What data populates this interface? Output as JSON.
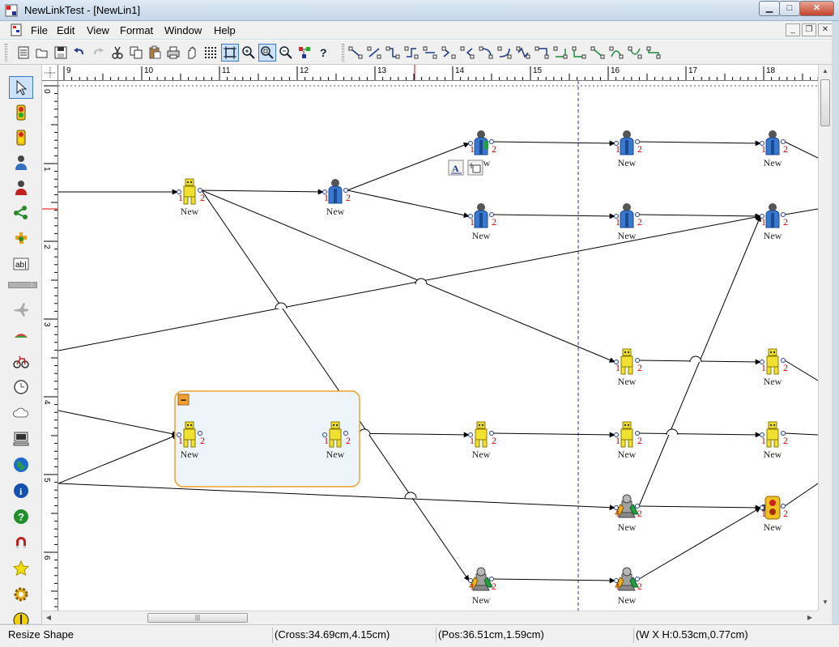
{
  "window": {
    "title": "NewLinkTest - [NewLin1]",
    "min_glyph": "▁",
    "max_glyph": "□",
    "close_glyph": "✕"
  },
  "menu": {
    "items": [
      "File",
      "Edit",
      "View",
      "Format",
      "Window",
      "Help"
    ],
    "mdi_min": "_",
    "mdi_restore": "❐",
    "mdi_close": "✕"
  },
  "toolbar": {
    "buttons": [
      "new-icon",
      "open-icon",
      "save-icon",
      "undo-icon",
      "redo-icon",
      "cut-icon",
      "copy-icon",
      "paste-icon",
      "print-icon",
      "pan-icon",
      "grid-icon",
      "select-frame-icon",
      "zoom-in-icon",
      "zoom-fit-icon",
      "zoom-out-icon",
      "layout-icon",
      "help-icon"
    ],
    "link_tools": [
      "link-tool-1",
      "link-tool-2",
      "link-tool-3",
      "link-tool-4",
      "link-tool-5",
      "link-tool-6",
      "link-tool-7",
      "link-tool-8",
      "link-tool-9",
      "link-tool-10",
      "link-tool-11",
      "link-tool-12",
      "link-tool-13",
      "link-tool-14",
      "link-tool-15",
      "link-tool-16",
      "link-tool-17"
    ]
  },
  "palette": {
    "tools": [
      "pointer-icon",
      "traffic-light-red-icon",
      "traffic-light-yellow-icon",
      "user-blue-icon",
      "user-red-icon",
      "molecule-icon",
      "puzzle-icon",
      "text-box-icon"
    ],
    "text_tool_label": "ab|",
    "tools2": [
      "airplane-icon",
      "chart-icon",
      "bicycle-icon",
      "clock-icon",
      "cloud-icon",
      "computer-icon",
      "globe-icon",
      "info-icon",
      "question-icon",
      "magnet-icon",
      "star-icon",
      "gear-icon",
      "warning-icon"
    ]
  },
  "ruler": {
    "top_labels": [
      "9",
      "10",
      "11",
      "12",
      "13",
      "14",
      "15",
      "16",
      "17",
      "18"
    ],
    "left_labels": [
      "0",
      "1",
      "2",
      "3",
      "4",
      "5",
      "6"
    ]
  },
  "diagram": {
    "node_label": "New",
    "port_in": "1",
    "port_out": "2",
    "group_collapse_glyph": "−",
    "text_tool_glyph": "A"
  },
  "scrollbar": {
    "thumb_grip": "|||"
  },
  "status": {
    "mode": "Resize Shape",
    "cross": "(Cross:34.69cm,4.15cm)",
    "pos": "(Pos:36.51cm,1.59cm)",
    "size": "(W X H:0.53cm,0.77cm)"
  }
}
